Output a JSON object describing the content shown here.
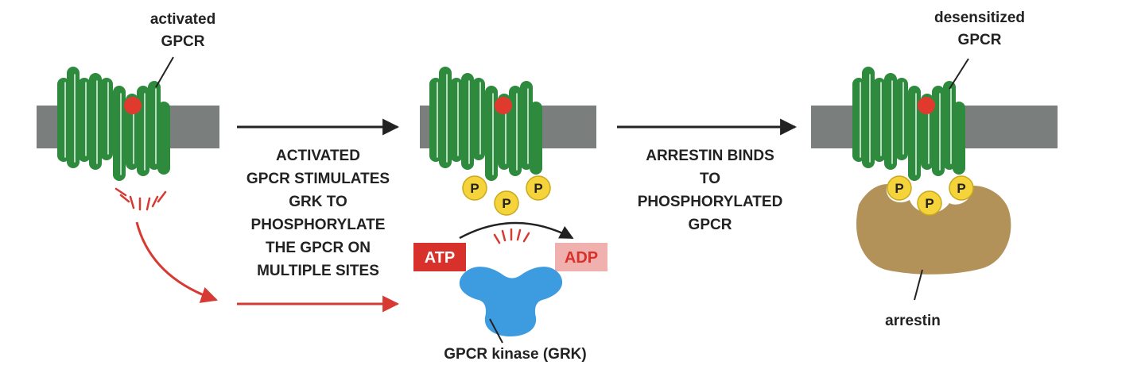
{
  "labels": {
    "activated_gpcr": [
      "activated",
      "GPCR"
    ],
    "desensitized_gpcr": [
      "desensitized",
      "GPCR"
    ],
    "grk": "GPCR kinase (GRK)",
    "arrestin": "arrestin",
    "atp": "ATP",
    "adp": "ADP",
    "phosphate": "P"
  },
  "steps": [
    {
      "lines": [
        "ACTIVATED",
        "GPCR STIMULATES",
        "GRK TO",
        "PHOSPHORYLATE",
        "THE GPCR ON",
        "MULTIPLE SITES"
      ]
    },
    {
      "lines": [
        "ARRESTIN BINDS",
        "TO",
        "PHOSPHORYLATED",
        "GPCR"
      ]
    }
  ],
  "colors": {
    "membrane": "#7a7f7d",
    "receptor": "#2e8b3e",
    "receptor_ligand": "#e03a2f",
    "phosphate": "#f5d33b",
    "atp": "#d8312b",
    "adp": "#efb0ae",
    "grk": "#3d9be0",
    "arrestin": "#b3925a",
    "signal_arrow": "#d63a32",
    "text": "#222222"
  }
}
